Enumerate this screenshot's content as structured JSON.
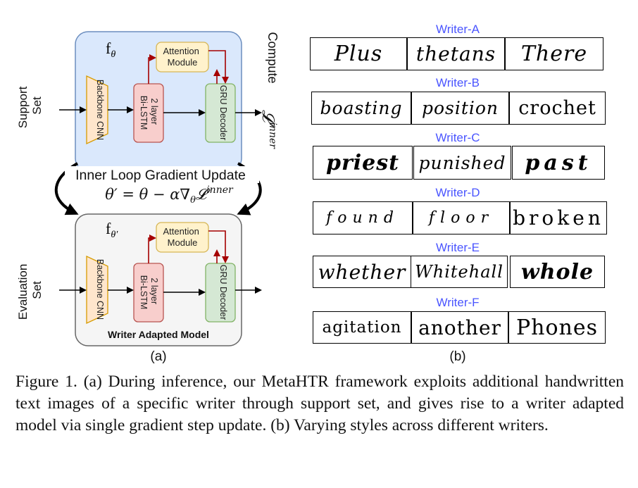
{
  "panel_a": {
    "top_model": {
      "name_base": "f",
      "name_sub": "θ",
      "attention": [
        "Attention",
        "Module"
      ],
      "backbone": "Backbone CNN",
      "bilstm": [
        "2 layer",
        "Bi-LSTM"
      ],
      "gru": "GRU Decoder",
      "input": [
        "Support",
        "Set"
      ],
      "compute": "Compute",
      "loss": "𝓛",
      "loss_sup": "inner"
    },
    "update": {
      "title": "Inner Loop Gradient Update",
      "equation": "θ′ = θ − α∇",
      "equation_sub": "θ",
      "equation_loss": "𝓛",
      "equation_sup": "inner"
    },
    "bottom_model": {
      "name_base": "f",
      "name_sub": "θ′",
      "attention": [
        "Attention",
        "Module"
      ],
      "backbone": "Backbone CNN",
      "bilstm": [
        "2 layer",
        "Bi-LSTM"
      ],
      "gru": "GRU Decoder",
      "input": [
        "Evaluation",
        "Set"
      ],
      "footer": "Writer Adapted Model"
    },
    "label": "(a)",
    "colors": {
      "top_panel_fill": "#dae8fc",
      "top_panel_stroke": "#6c8ebf",
      "bottom_panel_fill": "#f5f5f5",
      "bottom_panel_stroke": "#666666",
      "cnn_fill": "#ffe6cc",
      "cnn_stroke": "#d79b00",
      "lstm_fill": "#f8cecc",
      "lstm_stroke": "#b85450",
      "gru_fill": "#d5e8d4",
      "gru_stroke": "#82b366",
      "attention_fill": "#fff2cc",
      "attention_stroke": "#d6b656",
      "arrow_red": "#a50000"
    }
  },
  "panel_b": {
    "writers": [
      {
        "label": "Writer-A",
        "words": [
          "Plus",
          "thetans",
          "There"
        ]
      },
      {
        "label": "Writer-B",
        "words": [
          "boasting",
          "position",
          "crochet"
        ]
      },
      {
        "label": "Writer-C",
        "words": [
          "priest",
          "punished",
          "past"
        ]
      },
      {
        "label": "Writer-D",
        "words": [
          "found",
          "floor",
          "broken"
        ]
      },
      {
        "label": "Writer-E",
        "words": [
          "whether",
          "Whitehall",
          "whole"
        ]
      },
      {
        "label": "Writer-F",
        "words": [
          "agitation",
          "another",
          "Phones"
        ]
      }
    ],
    "label": "(b)",
    "label_color": "#4a55ff"
  },
  "caption": "Figure 1.  (a) During inference, our MetaHTR framework exploits additional handwritten text images of a specific writer through support set, and gives rise to a writer adapted model via single gradient step update. (b) Varying styles across different writers."
}
